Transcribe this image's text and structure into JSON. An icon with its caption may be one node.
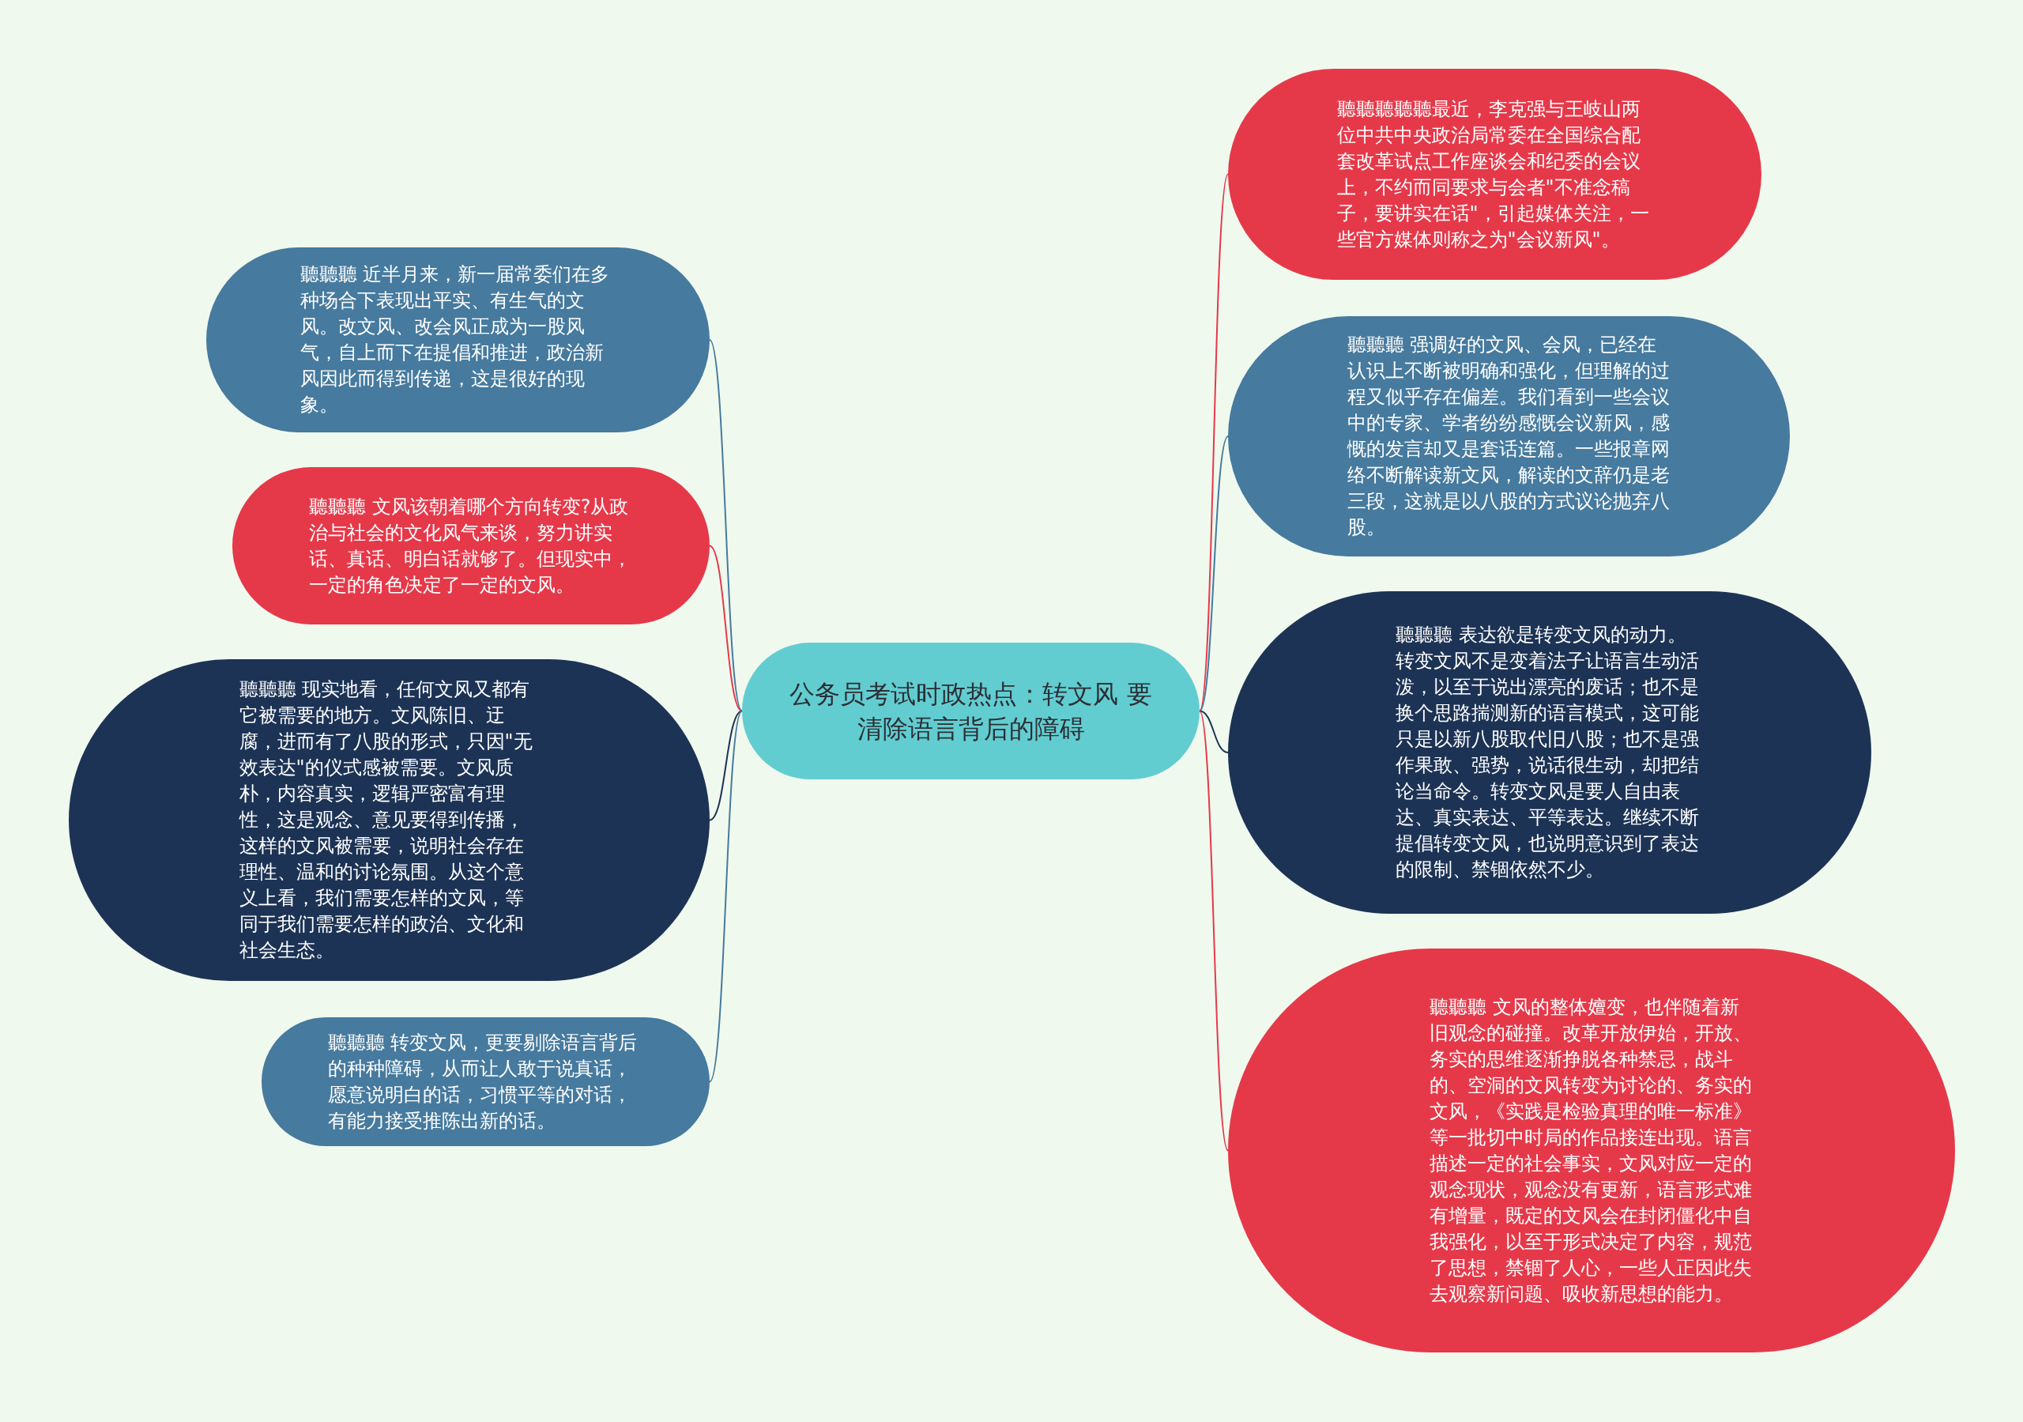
{
  "diagram": {
    "nodes": [
      {
        "text": [
          "公务员考试时政热点：转文风 要清除语言背后的障碍"
        ]
      },
      {
        "text": [
          "聽聽聽 近半月来，新一届常委们在多种场合下表现出平实、有生气的文风。改文风、改会风正成为一股风气，自上而下在提倡和推进，政治新风因此而得到传递，这是很好的现象。"
        ]
      },
      {
        "text": [
          "聽聽聽 文风该朝着哪个方向转变?从政治与社会的文化风气来谈，努力讲实话、真话、明白话就够了。但现实中，一定的角色决定了一定的文风。"
        ]
      },
      {
        "text": [
          "聽聽聽 现实地看，任何文风又都有它被需要的地方。文风陈旧、迂腐，进而有了八股的形式，只因\"无效表达\"的仪式感被需要。文风质朴，内容真实，逻辑严密富有理性，这是观念、意见要得到传播，这样的文风被需要，说明社会存在理性、温和的讨论氛围。从这个意义上看，我们需要怎样的文风，等同于我们需要怎样的政治、文化和社会生态。"
        ]
      },
      {
        "text": [
          "聽聽聽 转变文风，更要剔除语言背后的种种障碍，从而让人敢于说真话，愿意说明白的话，习惯平等的对话，有能力接受推陈出新的话。"
        ]
      },
      {
        "text": [
          "聽聽聽聽聽最近，李克强与王岐山两位中共中央政治局常委在全国综合配套改革试点工作座谈会和纪委的会议上，不约而同要求与会者\"不准念稿子，要讲实在话\"，引起媒体关注，一些官方媒体则称之为\"会议新风\"。"
        ]
      },
      {
        "text": [
          "聽聽聽 强调好的文风、会风，已经在认识上不断被明确和强化，但理解的过程又似乎存在偏差。我们看到一些会议中的专家、学者纷纷感慨会议新风，感慨的发言却又是套话连篇。一些报章网络不断解读新文风，解读的文辞仍是老三段，这就是以八股的方式议论抛弃八股。"
        ]
      },
      {
        "text": [
          "聽聽聽 表达欲是转变文风的动力。转变文风不是变着法子让语言生动活泼，以至于说出漂亮的废话；也不是换个思路揣测新的语言模式，这可能只是以新八股取代旧八股；也不是强作果敢、强势，说话很生动，却把结论当命令。转变文风是要人自由表达、真实表达、平等表达。继续不断提倡转变文风，也说明意识到了表达的限制、禁锢依然不少。"
        ]
      },
      {
        "text": [
          "聽聽聽 文风的整体嬗变，也伴随着新旧观念的碰撞。改革开放伊始，开放、务实的思维逐渐挣脱各种禁忌，战斗的、空洞的文风转变为讨论的、务实的文风，《实践是检验真理的唯一标准》等一批切中时局的作品接连出现。语言描述一定的社会事实，文风对应一定的观念现状，观念没有更新，语言形式难有增量，既定的文风会在封闭僵化中自我强化，以至于形式决定了内容，规范了思想，禁锢了人心，一些人正因此失去观察新问题、吸收新思想的能力。"
        ]
      }
    ],
    "edges": [
      {
        "from": 0,
        "to": 1,
        "arrow": "none",
        "color": "#467a9e"
      },
      {
        "from": 0,
        "to": 2,
        "arrow": "none",
        "color": "#e5394a"
      },
      {
        "from": 0,
        "to": 3,
        "arrow": "none",
        "color": "#1c3355"
      },
      {
        "from": 0,
        "to": 4,
        "arrow": "none",
        "color": "#467a9e"
      },
      {
        "from": 0,
        "to": 5,
        "arrow": "none",
        "color": "#e5394a"
      },
      {
        "from": 0,
        "to": 6,
        "arrow": "none",
        "color": "#467a9e"
      },
      {
        "from": 0,
        "to": 7,
        "arrow": "none",
        "color": "#1c3355"
      },
      {
        "from": 0,
        "to": 8,
        "arrow": "none",
        "color": "#e5394a"
      }
    ]
  }
}
